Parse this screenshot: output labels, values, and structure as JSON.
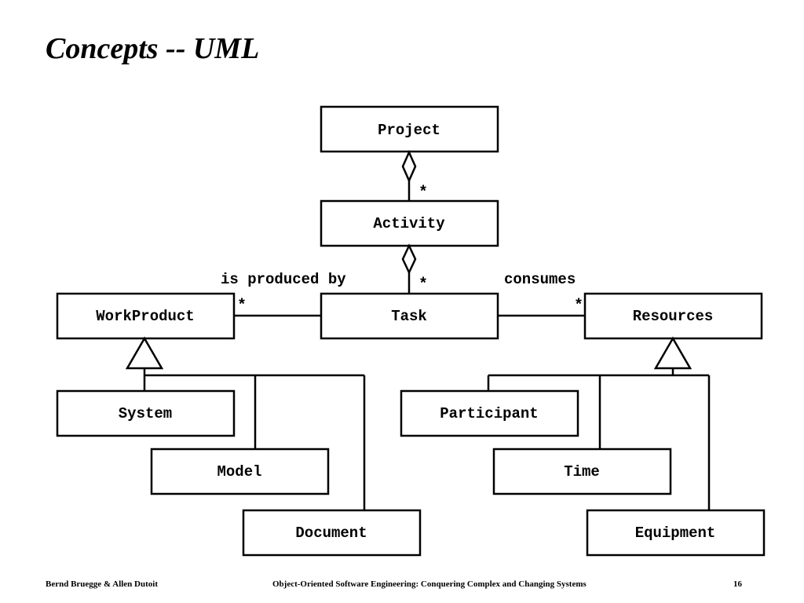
{
  "title": "Concepts -- UML",
  "diagram": {
    "classes": {
      "project": "Project",
      "activity": "Activity",
      "task": "Task",
      "workproduct": "WorkProduct",
      "resources": "Resources",
      "system": "System",
      "model": "Model",
      "document": "Document",
      "participant": "Participant",
      "time": "Time",
      "equipment": "Equipment"
    },
    "associations": {
      "produced_by": "is produced by",
      "consumes": "consumes"
    },
    "multiplicities": {
      "project_activity": "*",
      "activity_task": "*",
      "task_workproduct": "*",
      "task_resources": "*"
    }
  },
  "footer": {
    "authors": "Bernd Bruegge & Allen Dutoit",
    "book": "Object-Oriented Software Engineering: Conquering Complex and Changing Systems",
    "page": "16"
  }
}
